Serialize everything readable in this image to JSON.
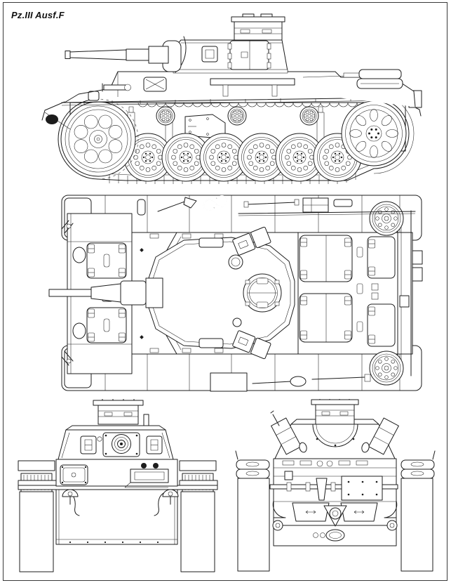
{
  "page": {
    "title": "Pz.III Ausf.F",
    "background_color": "#ffffff",
    "ink_color": "#1c1c1c",
    "frame_color": "#3a3a3a",
    "fender_tread_color": "#d9d9d9"
  },
  "drawing": {
    "subject": "Pz.III Ausf.F German medium tank — four-view technical line blueprint",
    "views": [
      {
        "id": "side",
        "name": "left-side-profile"
      },
      {
        "id": "top",
        "name": "top-plan"
      },
      {
        "id": "front",
        "name": "front-elevation"
      },
      {
        "id": "rear",
        "name": "rear-elevation"
      }
    ]
  }
}
